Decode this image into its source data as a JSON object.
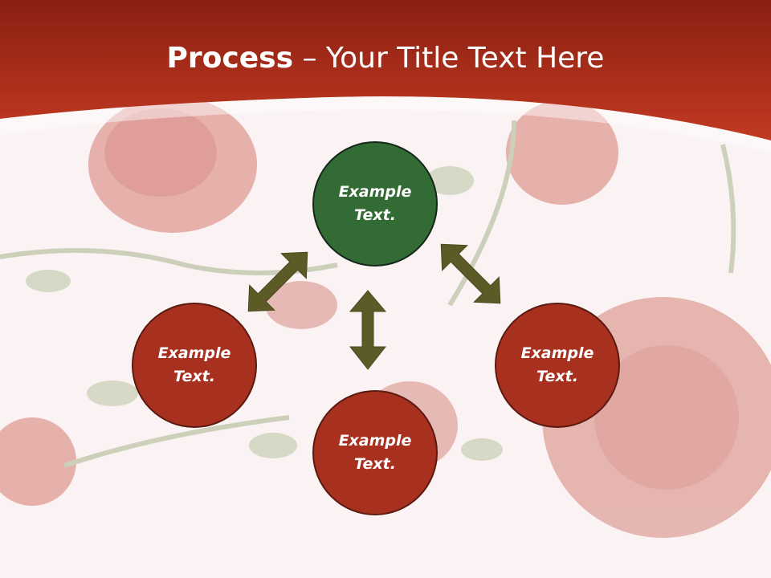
{
  "slide": {
    "title_bold": "Process",
    "title_dash": " – ",
    "title_rest": "Your Title Text Here"
  },
  "diagram": {
    "center": {
      "line1": "Example",
      "line2": "Text."
    },
    "left": {
      "line1": "Example",
      "line2": "Text."
    },
    "bottom": {
      "line1": "Example",
      "line2": "Text."
    },
    "right": {
      "line1": "Example",
      "line2": "Text."
    }
  },
  "colors": {
    "banner": "#b3301f",
    "center_node": "#336b35",
    "outer_node": "#a8301f",
    "arrow": "#5c5a26"
  }
}
